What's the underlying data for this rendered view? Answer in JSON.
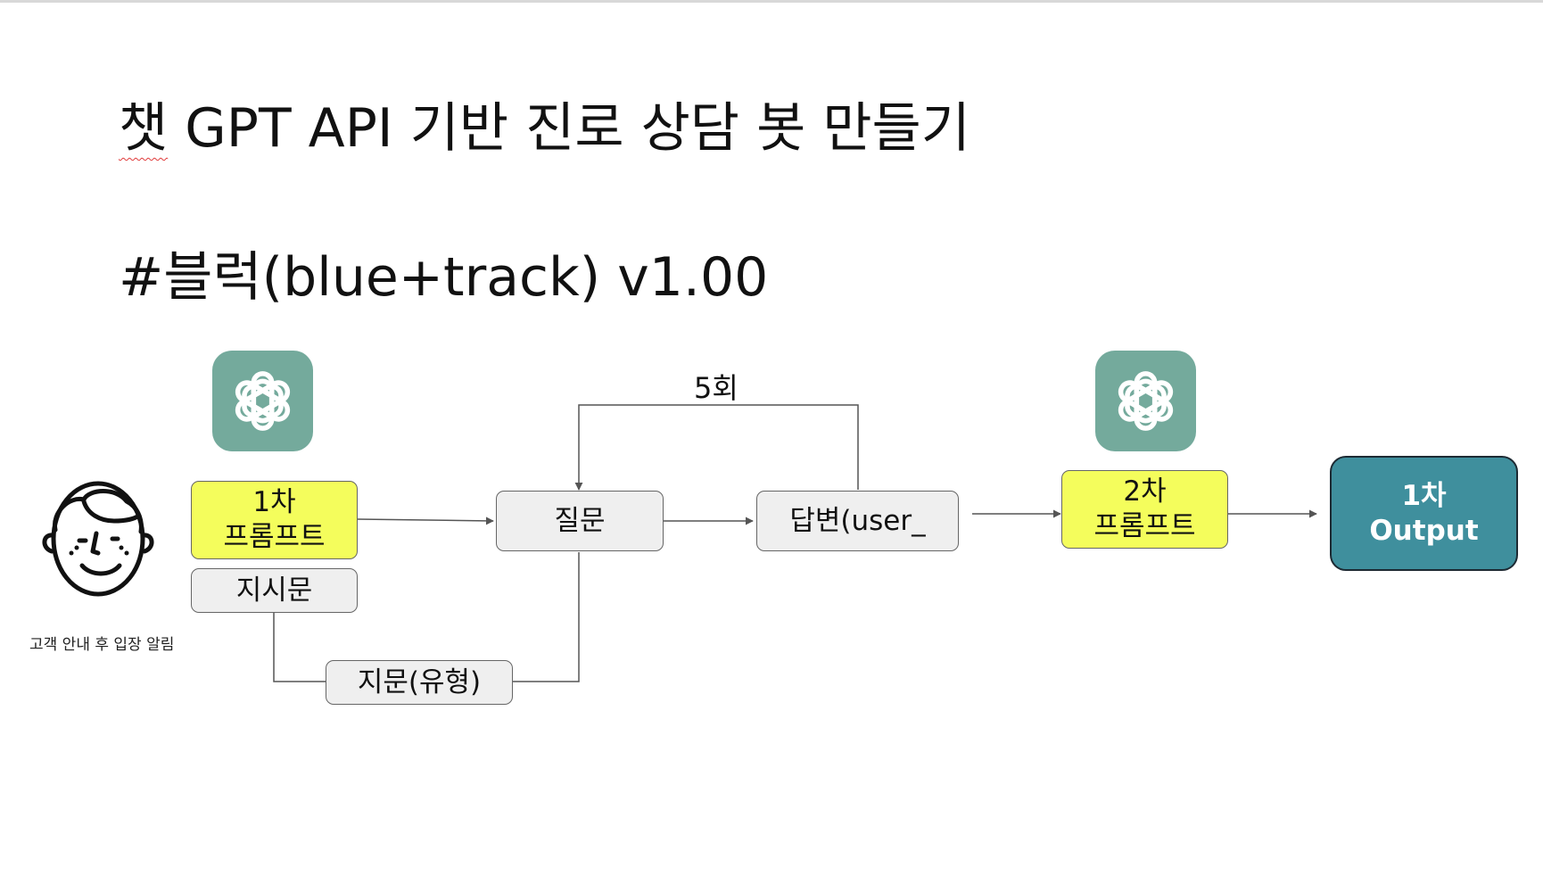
{
  "slide": {
    "title_squiggle": "챗",
    "title_rest": " GPT API 기반 진로 상담 봇 만들기",
    "subtitle": "#블럭(blue+track) v1.00"
  },
  "diagram": {
    "customer_label": "고객 안내 후 입장 알림",
    "prompt1_line1": "1차",
    "prompt1_line2": "프롬프트",
    "instruction": "지시문",
    "passage_type": "지문(유형)",
    "question": "질문",
    "answer": "답변(user_",
    "loop_label": "5회",
    "prompt2_line1": "2차",
    "prompt2_line2": "프롬프트",
    "output_line1": "1차",
    "output_line2": "Output"
  },
  "colors": {
    "openai_green": "#74aa9c",
    "prompt_yellow": "#f4fd5c",
    "output_teal": "#3f8f9d",
    "box_gray": "#efefef"
  },
  "icons": [
    "openai-logo-icon",
    "customer-face-icon"
  ]
}
